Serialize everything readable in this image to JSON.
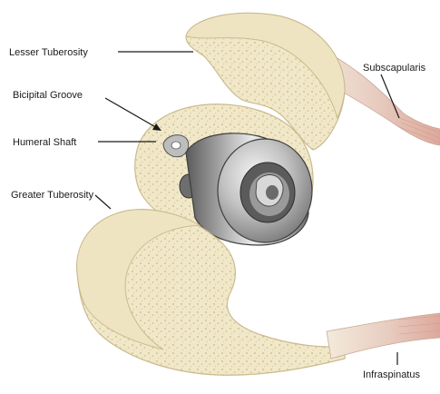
{
  "labels": {
    "lesser_tuberosity": "Lesser Tuberosity",
    "bicipital_groove": "Bicipital Groove",
    "humeral_shaft": "Humeral Shaft",
    "greater_tuberosity": "Greater Tuberosity",
    "subscapularis": "Subscapularis",
    "infraspinatus": "Infraspinatus"
  },
  "colors": {
    "bone_fill": "#f0e7c8",
    "bone_outline": "#c9bb8f",
    "cancellous": "#e6d8a8",
    "metal_light": "#e9e9e9",
    "metal_mid": "#a9a9a9",
    "metal_dark": "#4e4e4e",
    "tendon": "#e7c9bf"
  }
}
